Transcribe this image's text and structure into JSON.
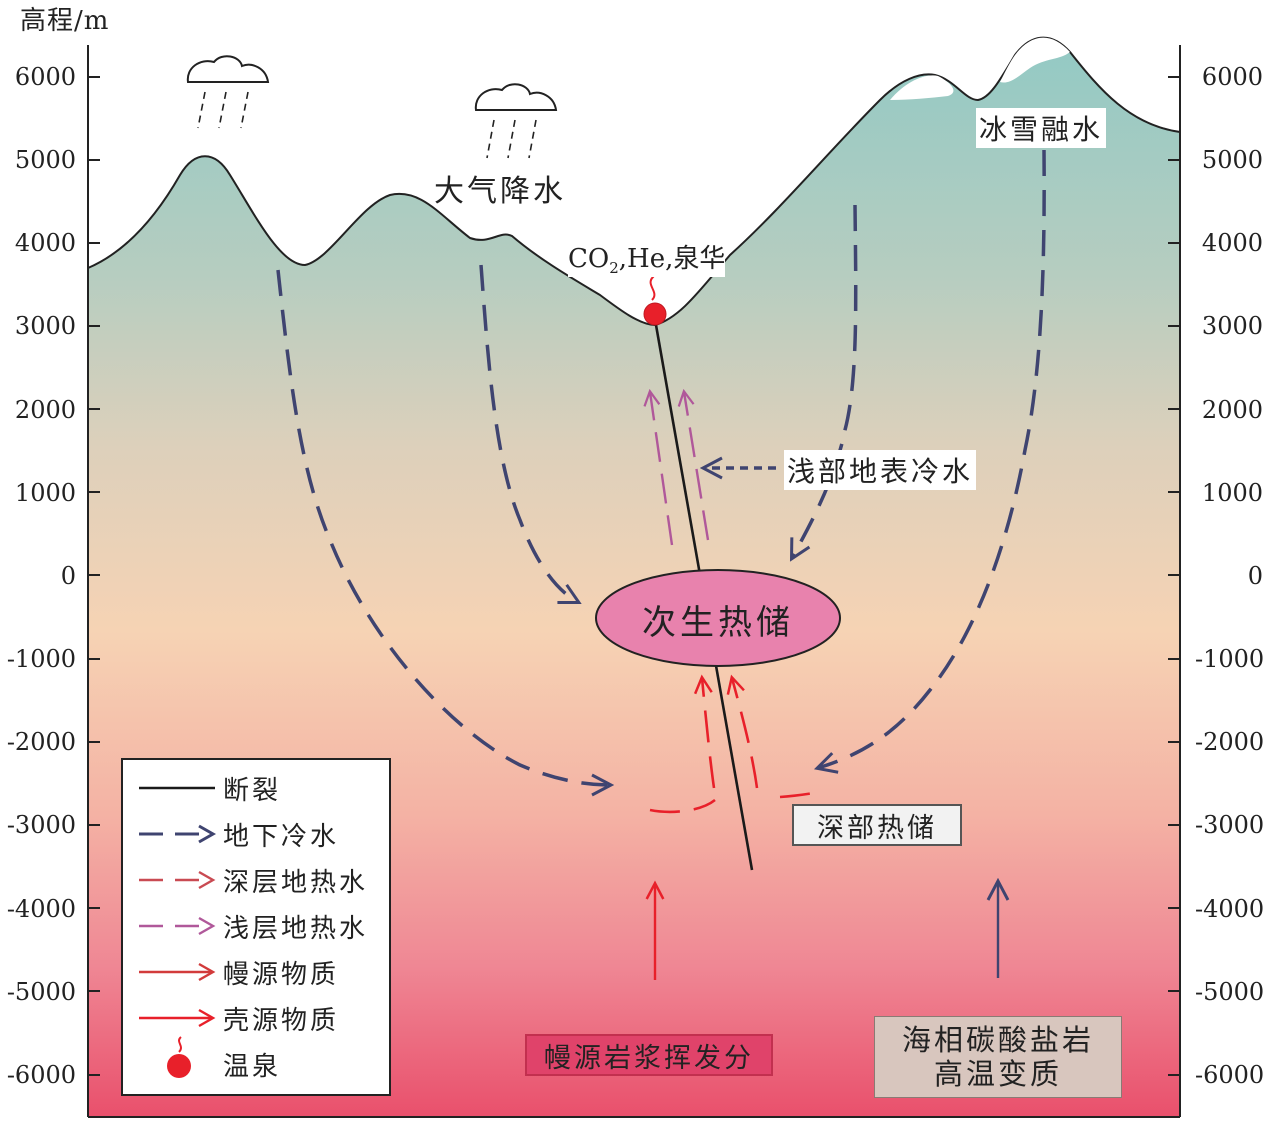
{
  "axis": {
    "title": "高程/m",
    "ticks": [
      "6000",
      "5000",
      "4000",
      "3000",
      "2000",
      "1000",
      "0",
      "-1000",
      "-2000",
      "-3000",
      "-4000",
      "-5000",
      "-6000"
    ]
  },
  "labels": {
    "precipitation": "大气降水",
    "snowmelt": "冰雪融水",
    "spring_gas": "CO",
    "spring_gas_sub": "2",
    "spring_gas_rest": ",He,泉华",
    "shallow_cold": "浅部地表冷水",
    "secondary_reservoir": "次生热储",
    "deep_reservoir": "深部热储",
    "mantle_volatile": "幔源岩浆挥发分",
    "marine_carbonate_line1": "海相碳酸盐岩",
    "marine_carbonate_line2": "高温变质"
  },
  "legend": {
    "items": [
      {
        "label": "断裂",
        "symbol": "fault-line"
      },
      {
        "label": "地下冷水",
        "symbol": "cold-water-arrow"
      },
      {
        "label": "深层地热水",
        "symbol": "deep-geothermal-arrow"
      },
      {
        "label": "浅层地热水",
        "symbol": "shallow-geothermal-arrow"
      },
      {
        "label": "幔源物质",
        "symbol": "mantle-arrow"
      },
      {
        "label": "壳源物质",
        "symbol": "crust-arrow"
      },
      {
        "label": "温泉",
        "symbol": "hot-spring"
      }
    ]
  },
  "colors": {
    "cold_water": "#3f4470",
    "deep_geothermal": "#e03a3a",
    "shallow_geothermal": "#b0589a",
    "mantle": "#d23b3b",
    "crust": "#e8202a",
    "fault": "#1a1a1a",
    "mountain_top": "#9fcfca",
    "ground_bottom": "#e8536f",
    "reservoir_fill": "#e882ad",
    "mantle_box": "#e0436a",
    "carbonate_box": "#d8c6be"
  }
}
